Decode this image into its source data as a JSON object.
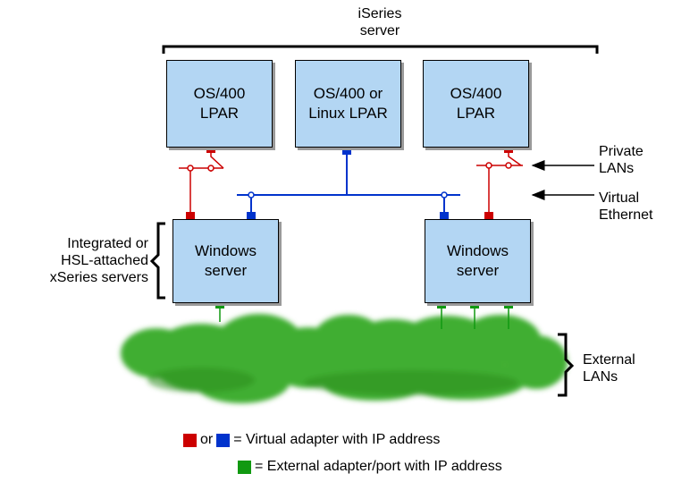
{
  "diagram": {
    "top_label": "iSeries\nserver",
    "partitions": [
      {
        "label": "OS/400\nLPAR"
      },
      {
        "label": "OS/400 or\nLinux LPAR"
      },
      {
        "label": "OS/400\nLPAR"
      }
    ],
    "servers": [
      {
        "label": "Windows\nserver"
      },
      {
        "label": "Windows\nserver"
      }
    ],
    "side_labels": {
      "private_lans": "Private\nLANs",
      "virtual_ethernet": "Virtual\nEthernet",
      "integrated_servers": "Integrated or\nHSL-attached\nxSeries servers",
      "external_lans": "External\nLANs"
    },
    "legend": {
      "virtual_or": "or",
      "virtual_text": "= Virtual adapter with IP address",
      "external_text": "= External adapter/port with IP address"
    },
    "colors": {
      "box_fill": "#b3d6f3",
      "virtual_red": "#cc0000",
      "virtual_blue": "#0033cc",
      "external_green": "#119911",
      "cloud_green": "#3fae30"
    }
  }
}
